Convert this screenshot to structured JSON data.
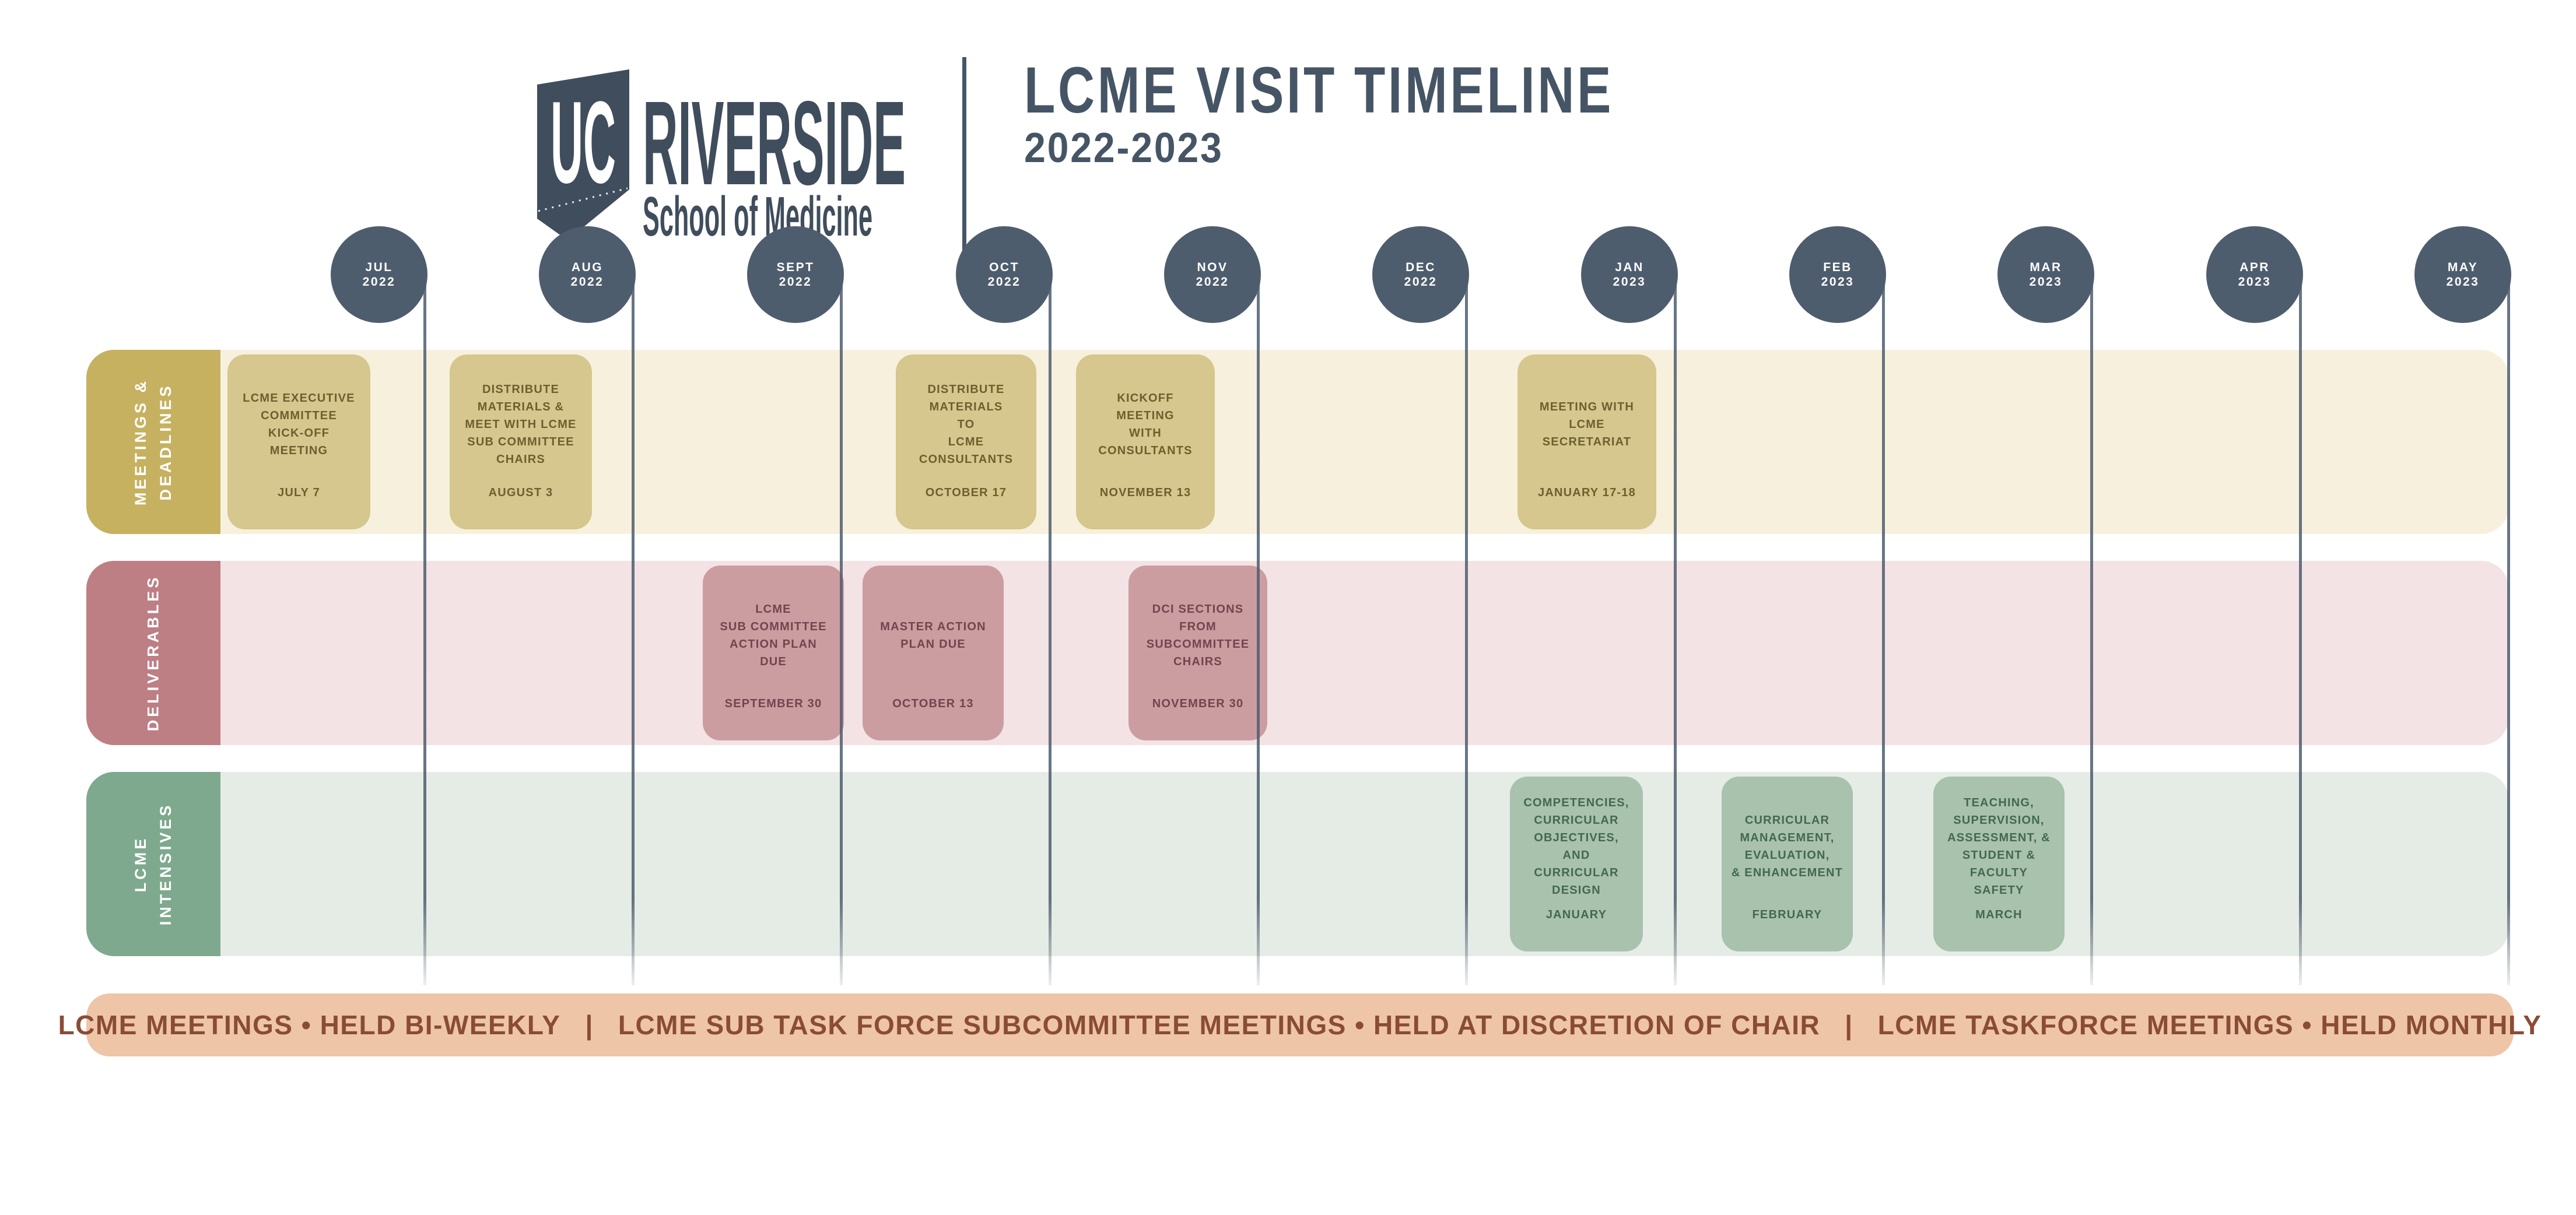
{
  "header": {
    "logo": {
      "uc": "UC",
      "name": "RIVERSIDE",
      "school": "School of Medicine"
    },
    "title": "LCME VISIT TIMELINE",
    "subtitle": "2022-2023"
  },
  "months": [
    {
      "label": "JUL",
      "year": "2022"
    },
    {
      "label": "AUG",
      "year": "2022"
    },
    {
      "label": "SEPT",
      "year": "2022"
    },
    {
      "label": "OCT",
      "year": "2022"
    },
    {
      "label": "NOV",
      "year": "2022"
    },
    {
      "label": "DEC",
      "year": "2022"
    },
    {
      "label": "JAN",
      "year": "2023"
    },
    {
      "label": "FEB",
      "year": "2023"
    },
    {
      "label": "MAR",
      "year": "2023"
    },
    {
      "label": "APR",
      "year": "2023"
    },
    {
      "label": "MAY",
      "year": "2023"
    }
  ],
  "rows": [
    {
      "label": "MEETINGS &\nDEADLINES",
      "events": [
        {
          "title": "LCME EXECUTIVE\nCOMMITTEE\nKICK-OFF\nMEETING",
          "date": "JULY 7"
        },
        {
          "title": "DISTRIBUTE\nMATERIALS &\nMEET WITH LCME\nSUB COMMITTEE\nCHAIRS",
          "date": "AUGUST 3"
        },
        {
          "title": "DISTRIBUTE\nMATERIALS\nTO\nLCME\nCONSULTANTS",
          "date": "OCTOBER 17"
        },
        {
          "title": "KICKOFF\nMEETING\nWITH\nCONSULTANTS",
          "date": "NOVEMBER 13"
        },
        {
          "title": "MEETING WITH\nLCME\nSECRETARIAT",
          "date": "JANUARY 17-18"
        }
      ]
    },
    {
      "label": "DELIVERABLES",
      "events": [
        {
          "title": "LCME\nSUB COMMITTEE\nACTION PLAN\nDUE",
          "date": "SEPTEMBER 30"
        },
        {
          "title": "MASTER ACTION\nPLAN DUE",
          "date": "OCTOBER 13"
        },
        {
          "title": "DCI SECTIONS\nFROM\nSUBCOMMITTEE\nCHAIRS",
          "date": "NOVEMBER 30"
        }
      ]
    },
    {
      "label": "LCME\nINTENSIVES",
      "events": [
        {
          "title": "COMPETENCIES,\nCURRICULAR\nOBJECTIVES,\nAND\nCURRICULAR\nDESIGN",
          "date": "JANUARY"
        },
        {
          "title": "CURRICULAR\nMANAGEMENT,\nEVALUATION,\n& ENHANCEMENT",
          "date": "FEBRUARY"
        },
        {
          "title": "TEACHING,\nSUPERVISION,\nASSESSMENT, &\nSTUDENT &\nFACULTY\nSAFETY",
          "date": "MARCH"
        }
      ]
    }
  ],
  "legend": {
    "items": [
      "LCME MEETINGS • HELD BI-WEEKLY",
      "LCME SUB TASK FORCE SUBCOMMITTEE MEETINGS • HELD AT DISCRETION OF CHAIR",
      "LCME TASKFORCE MEETINGS • HELD MONTHLY"
    ],
    "separator": "|"
  },
  "colors": {
    "slate": "#4e5d6e",
    "title_text": "#465565",
    "gold_label": "#c6b161",
    "gold_band": "#f7f0dd",
    "gold_card": "#d5c78d",
    "gold_text": "#6d5f2e",
    "rose_label": "#bd7f84",
    "rose_band": "#f3e3e4",
    "rose_card": "#cb9da1",
    "rose_text": "#74434e",
    "green_label": "#7ea98e",
    "green_band": "#e5ece5",
    "green_card": "#a8c2ae",
    "green_text": "#44684f",
    "legend_bar": "#eec5a7",
    "legend_text": "#8a4c36"
  }
}
